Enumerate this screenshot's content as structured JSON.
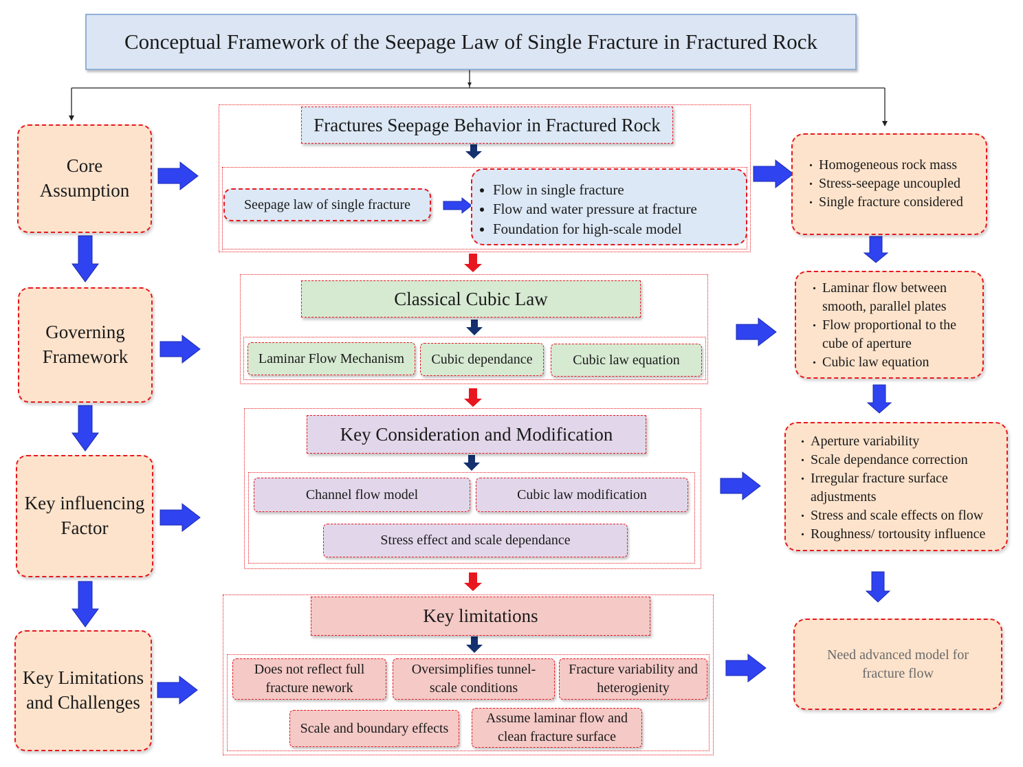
{
  "title": "Conceptual Framework of the Seepage Law of Single Fracture in Fractured Rock",
  "stages": [
    {
      "line1": "Core",
      "line2": "Assumption"
    },
    {
      "line1": "Governing",
      "line2": "Framework"
    },
    {
      "line1": "Key influencing",
      "line2": "Factor"
    },
    {
      "line1": "Key Limitations",
      "line2": "and Challenges"
    }
  ],
  "seepage": {
    "header": "Fractures Seepage Behavior in Fractured Rock",
    "law_label": "Seepage law of single fracture",
    "bullets": [
      "Flow in single fracture",
      "Flow and water pressure at fracture",
      "Foundation for high-scale model"
    ]
  },
  "cubic": {
    "header": "Classical Cubic Law",
    "chips": [
      "Laminar Flow Mechanism",
      "Cubic dependance",
      "Cubic law equation"
    ]
  },
  "modification": {
    "header": "Key Consideration and Modification",
    "chips": [
      "Channel flow model",
      "Cubic law modification",
      "Stress effect and scale dependance"
    ]
  },
  "limitations": {
    "header": "Key limitations",
    "chips": [
      {
        "l1": "Does not reflect full",
        "l2": "fracture nework"
      },
      {
        "l1": "Oversimplifies tunnel-",
        "l2": "scale conditions"
      },
      {
        "l1": "Fracture variability and",
        "l2": "heterogienity"
      },
      {
        "l1": "Scale and boundary effects",
        "l2": ""
      },
      {
        "l1": "Assume laminar flow and",
        "l2": "clean fracture surface"
      }
    ]
  },
  "details": {
    "assumption": [
      "Homogeneous rock mass",
      "Stress-seepage uncoupled",
      "Single fracture considered"
    ],
    "framework": {
      "item1_l1": "Laminar flow between",
      "item1_l2": "smooth, parallel plates",
      "item2_l1": "Flow proportional to the",
      "item2_l2": "cube of aperture",
      "item3": "Cubic law equation"
    },
    "factors": {
      "a": "Aperture variability",
      "b": "Scale dependance correction",
      "c1": "Irregular fracture surface",
      "c2": "adjustments",
      "d": "Stress and scale effects on flow",
      "e": "Roughness/ tortousity influence"
    },
    "need_l1": "Need advanced model for",
    "need_l2": "fracture flow"
  },
  "colors": {
    "blue_arrow": "#2f43f0",
    "red_arrow": "#e8161e",
    "navy_arrow": "#14306e",
    "orange_fill": "#fde3cc",
    "dash_red": "#e8161e"
  }
}
